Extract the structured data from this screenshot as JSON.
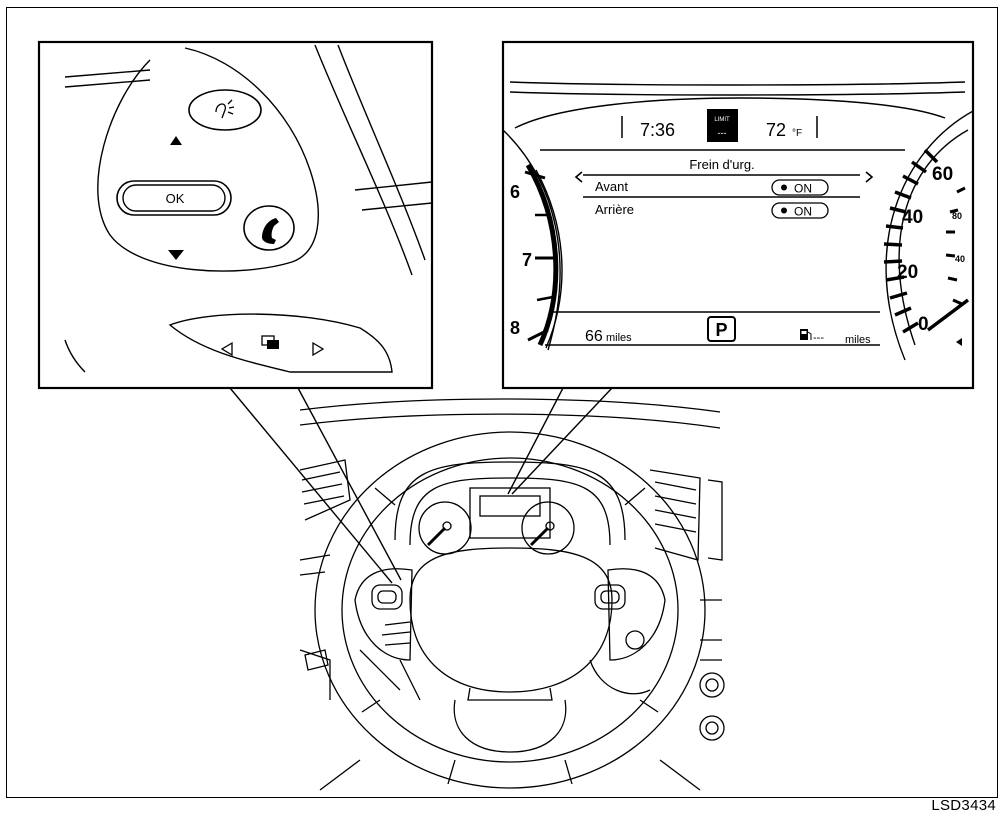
{
  "caption": "LSD3434",
  "controls": {
    "ok_label": "OK"
  },
  "display": {
    "time": "7:36",
    "limit_label": "LIMIT",
    "limit_value": "---",
    "temperature": "72",
    "temperature_unit": "°F",
    "menu_title": "Frein d'urg.",
    "rows": [
      {
        "label": "Avant",
        "value": "ON"
      },
      {
        "label": "Arrière",
        "value": "ON"
      }
    ],
    "tach_labels": [
      "6",
      "7",
      "8"
    ],
    "speed_labels": [
      "60",
      "40",
      "20",
      "0"
    ],
    "speed_small_labels": [
      "80",
      "40"
    ],
    "trip_value": "66",
    "trip_unit": "miles",
    "gear": "P",
    "range_value": "---",
    "range_unit": "miles"
  }
}
